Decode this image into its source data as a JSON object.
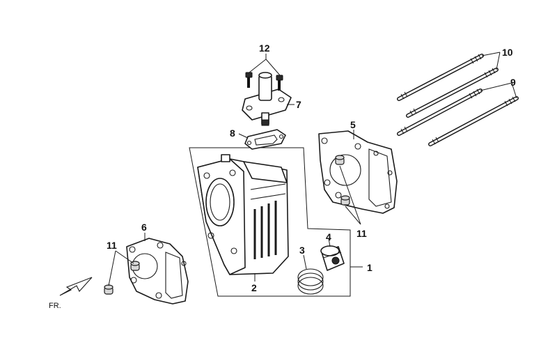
{
  "diagram": {
    "callouts": [
      {
        "id": "c1",
        "text": "1"
      },
      {
        "id": "c2",
        "text": "2"
      },
      {
        "id": "c3",
        "text": "3"
      },
      {
        "id": "c4",
        "text": "4"
      },
      {
        "id": "c5",
        "text": "5"
      },
      {
        "id": "c6",
        "text": "6"
      },
      {
        "id": "c7",
        "text": "7"
      },
      {
        "id": "c8",
        "text": "8"
      },
      {
        "id": "c9",
        "text": "9"
      },
      {
        "id": "c10",
        "text": "10"
      },
      {
        "id": "c11a",
        "text": "11"
      },
      {
        "id": "c11b",
        "text": "11"
      },
      {
        "id": "c12",
        "text": "12"
      }
    ],
    "direction_label": "FR."
  }
}
